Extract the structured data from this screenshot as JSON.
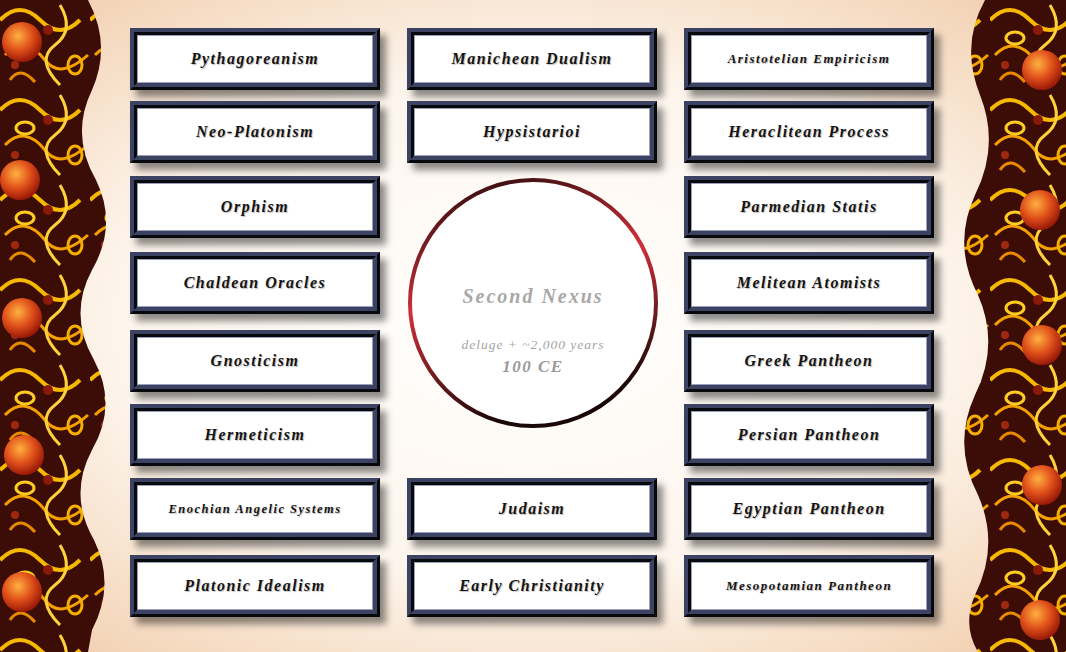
{
  "diagram": {
    "nodes": [
      {
        "text": [
          "Pythagoreanism"
        ]
      },
      {
        "text": [
          "Manichean Dualism"
        ]
      },
      {
        "text": [
          "Aristotelian Empiricism"
        ]
      },
      {
        "text": [
          "Neo-Platonism"
        ]
      },
      {
        "text": [
          "Hypsistarioi"
        ]
      },
      {
        "text": [
          "Heraclitean Process"
        ]
      },
      {
        "text": [
          "Orphism"
        ]
      },
      {
        "text": [
          "Second Nexus",
          "deluge + ~2,000 years",
          "100 CE"
        ]
      },
      {
        "text": [
          "Parmedian Statis"
        ]
      },
      {
        "text": [
          "Chaldean Oracles"
        ]
      },
      {
        "text": [
          "Melitean Atomists"
        ]
      },
      {
        "text": [
          "Gnosticism"
        ]
      },
      {
        "text": [
          "Greek Pantheon"
        ]
      },
      {
        "text": [
          "Hermeticism"
        ]
      },
      {
        "text": [
          "Persian Pantheon"
        ]
      },
      {
        "text": [
          "Enochian Angelic Systems"
        ]
      },
      {
        "text": [
          "Judaism"
        ]
      },
      {
        "text": [
          "Egyptian Pantheon"
        ]
      },
      {
        "text": [
          "Platonic Idealism"
        ]
      },
      {
        "text": [
          "Early Christianity"
        ]
      },
      {
        "text": [
          "Mesopotamian Pantheon"
        ]
      }
    ]
  }
}
